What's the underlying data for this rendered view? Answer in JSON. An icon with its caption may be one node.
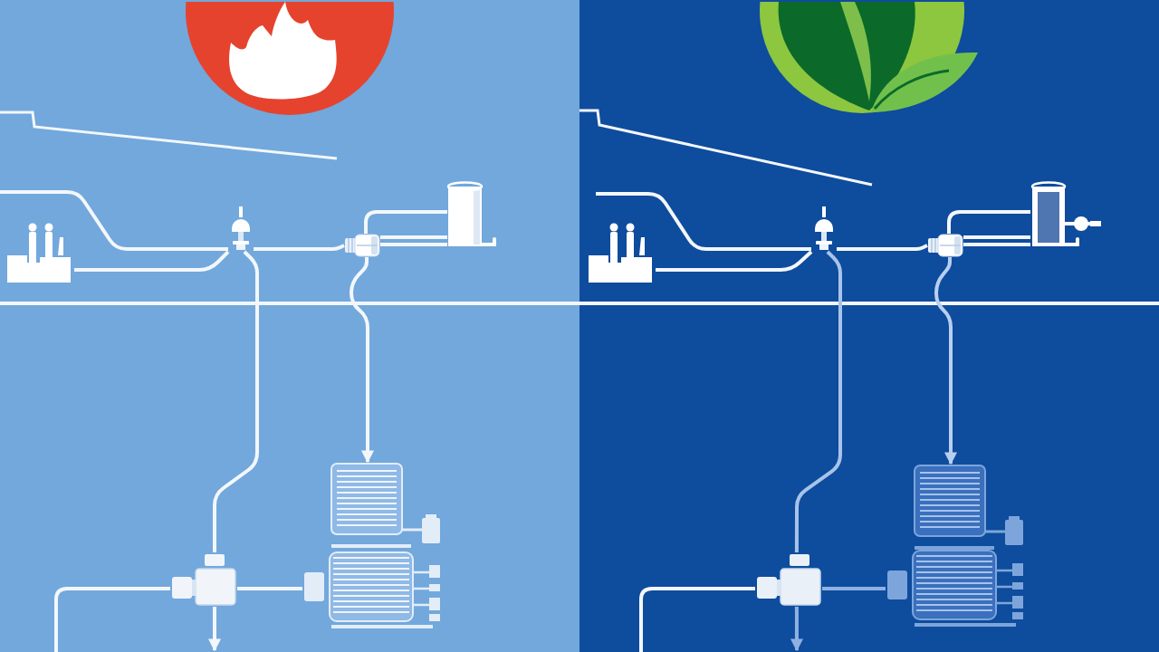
{
  "diagram": {
    "nodes": [
      {
        "text": [],
        "shape": "box"
      },
      {
        "text": [],
        "shape": "picture",
        "in": 0
      },
      {
        "text": [],
        "shape": "picture",
        "in": 0
      },
      {
        "text": [],
        "shape": "picture",
        "in": 0
      },
      {
        "text": [],
        "shape": "picture",
        "in": 0
      },
      {
        "text": [],
        "shape": "cylinder",
        "in": 0
      },
      {
        "text": [],
        "shape": "picture",
        "in": 0
      },
      {
        "text": [],
        "shape": "picture",
        "in": 0
      },
      {
        "text": [],
        "shape": "picture",
        "in": 0
      },
      {
        "text": [],
        "shape": "box"
      },
      {
        "text": [],
        "shape": "picture",
        "in": 9
      },
      {
        "text": [],
        "shape": "picture",
        "in": 9
      },
      {
        "text": [],
        "shape": "picture",
        "in": 9
      },
      {
        "text": [],
        "shape": "picture",
        "in": 9
      },
      {
        "text": [],
        "shape": "cylinder",
        "in": 9
      },
      {
        "text": [],
        "shape": "picture",
        "in": 9
      },
      {
        "text": [],
        "shape": "picture",
        "in": 9
      },
      {
        "text": [],
        "shape": "picture",
        "in": 9
      }
    ],
    "edges": [
      {
        "from": null,
        "to": 3,
        "arrow": "none"
      },
      {
        "from": 2,
        "to": 3,
        "arrow": "none"
      },
      {
        "from": 3,
        "to": 4,
        "arrow": "none"
      },
      {
        "from": 4,
        "to": 5,
        "arrow": "none"
      },
      {
        "from": 4,
        "to": 5,
        "arrow": "none"
      },
      {
        "from": 4,
        "to": 5,
        "arrow": "none"
      },
      {
        "from": 4,
        "to": 6,
        "arrow": "to"
      },
      {
        "from": 3,
        "to": 7,
        "arrow": "none"
      },
      {
        "from": 7,
        "to": 8,
        "arrow": "none"
      },
      {
        "from": null,
        "to": 7,
        "arrow": "none"
      },
      {
        "from": 7,
        "to": null,
        "arrow": "to"
      },
      {
        "from": null,
        "to": 12,
        "arrow": "none"
      },
      {
        "from": 11,
        "to": 12,
        "arrow": "none"
      },
      {
        "from": 12,
        "to": 13,
        "arrow": "none"
      },
      {
        "from": 13,
        "to": 14,
        "arrow": "none"
      },
      {
        "from": 13,
        "to": 14,
        "arrow": "none"
      },
      {
        "from": 13,
        "to": 14,
        "arrow": "none"
      },
      {
        "from": 13,
        "to": 15,
        "arrow": "to",
        "color": "#b8cff0"
      },
      {
        "from": 12,
        "to": 16,
        "arrow": "none",
        "color": "#a8c3ea"
      },
      {
        "from": 16,
        "to": 17,
        "arrow": "none",
        "color": "#8fb1e2"
      },
      {
        "from": null,
        "to": 16,
        "arrow": "none"
      },
      {
        "from": 16,
        "to": null,
        "arrow": "to",
        "color": "#8fb1e2"
      }
    ]
  }
}
